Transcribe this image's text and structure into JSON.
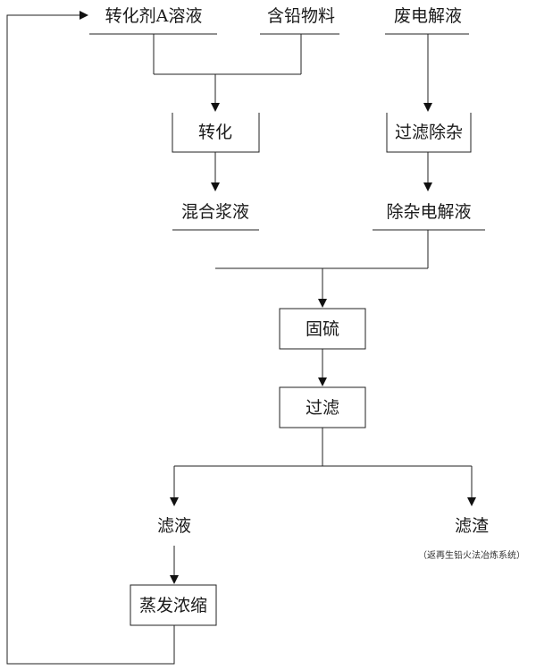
{
  "diagram": {
    "nodes": {
      "converter_solution": "转化剂A溶液",
      "lead_material": "含铅物料",
      "waste_electrolyte": "废电解液",
      "conversion": "转化",
      "filter_impurity": "过滤除杂",
      "mixed_slurry": "混合浆液",
      "purified_electrolyte": "除杂电解液",
      "sulfur_fixing": "固硫",
      "filtration": "过滤",
      "filtrate": "滤液",
      "filter_residue": "滤渣",
      "residue_note": "（返再生铅火法冶炼系统）",
      "evaporation": "蒸发浓缩"
    }
  }
}
